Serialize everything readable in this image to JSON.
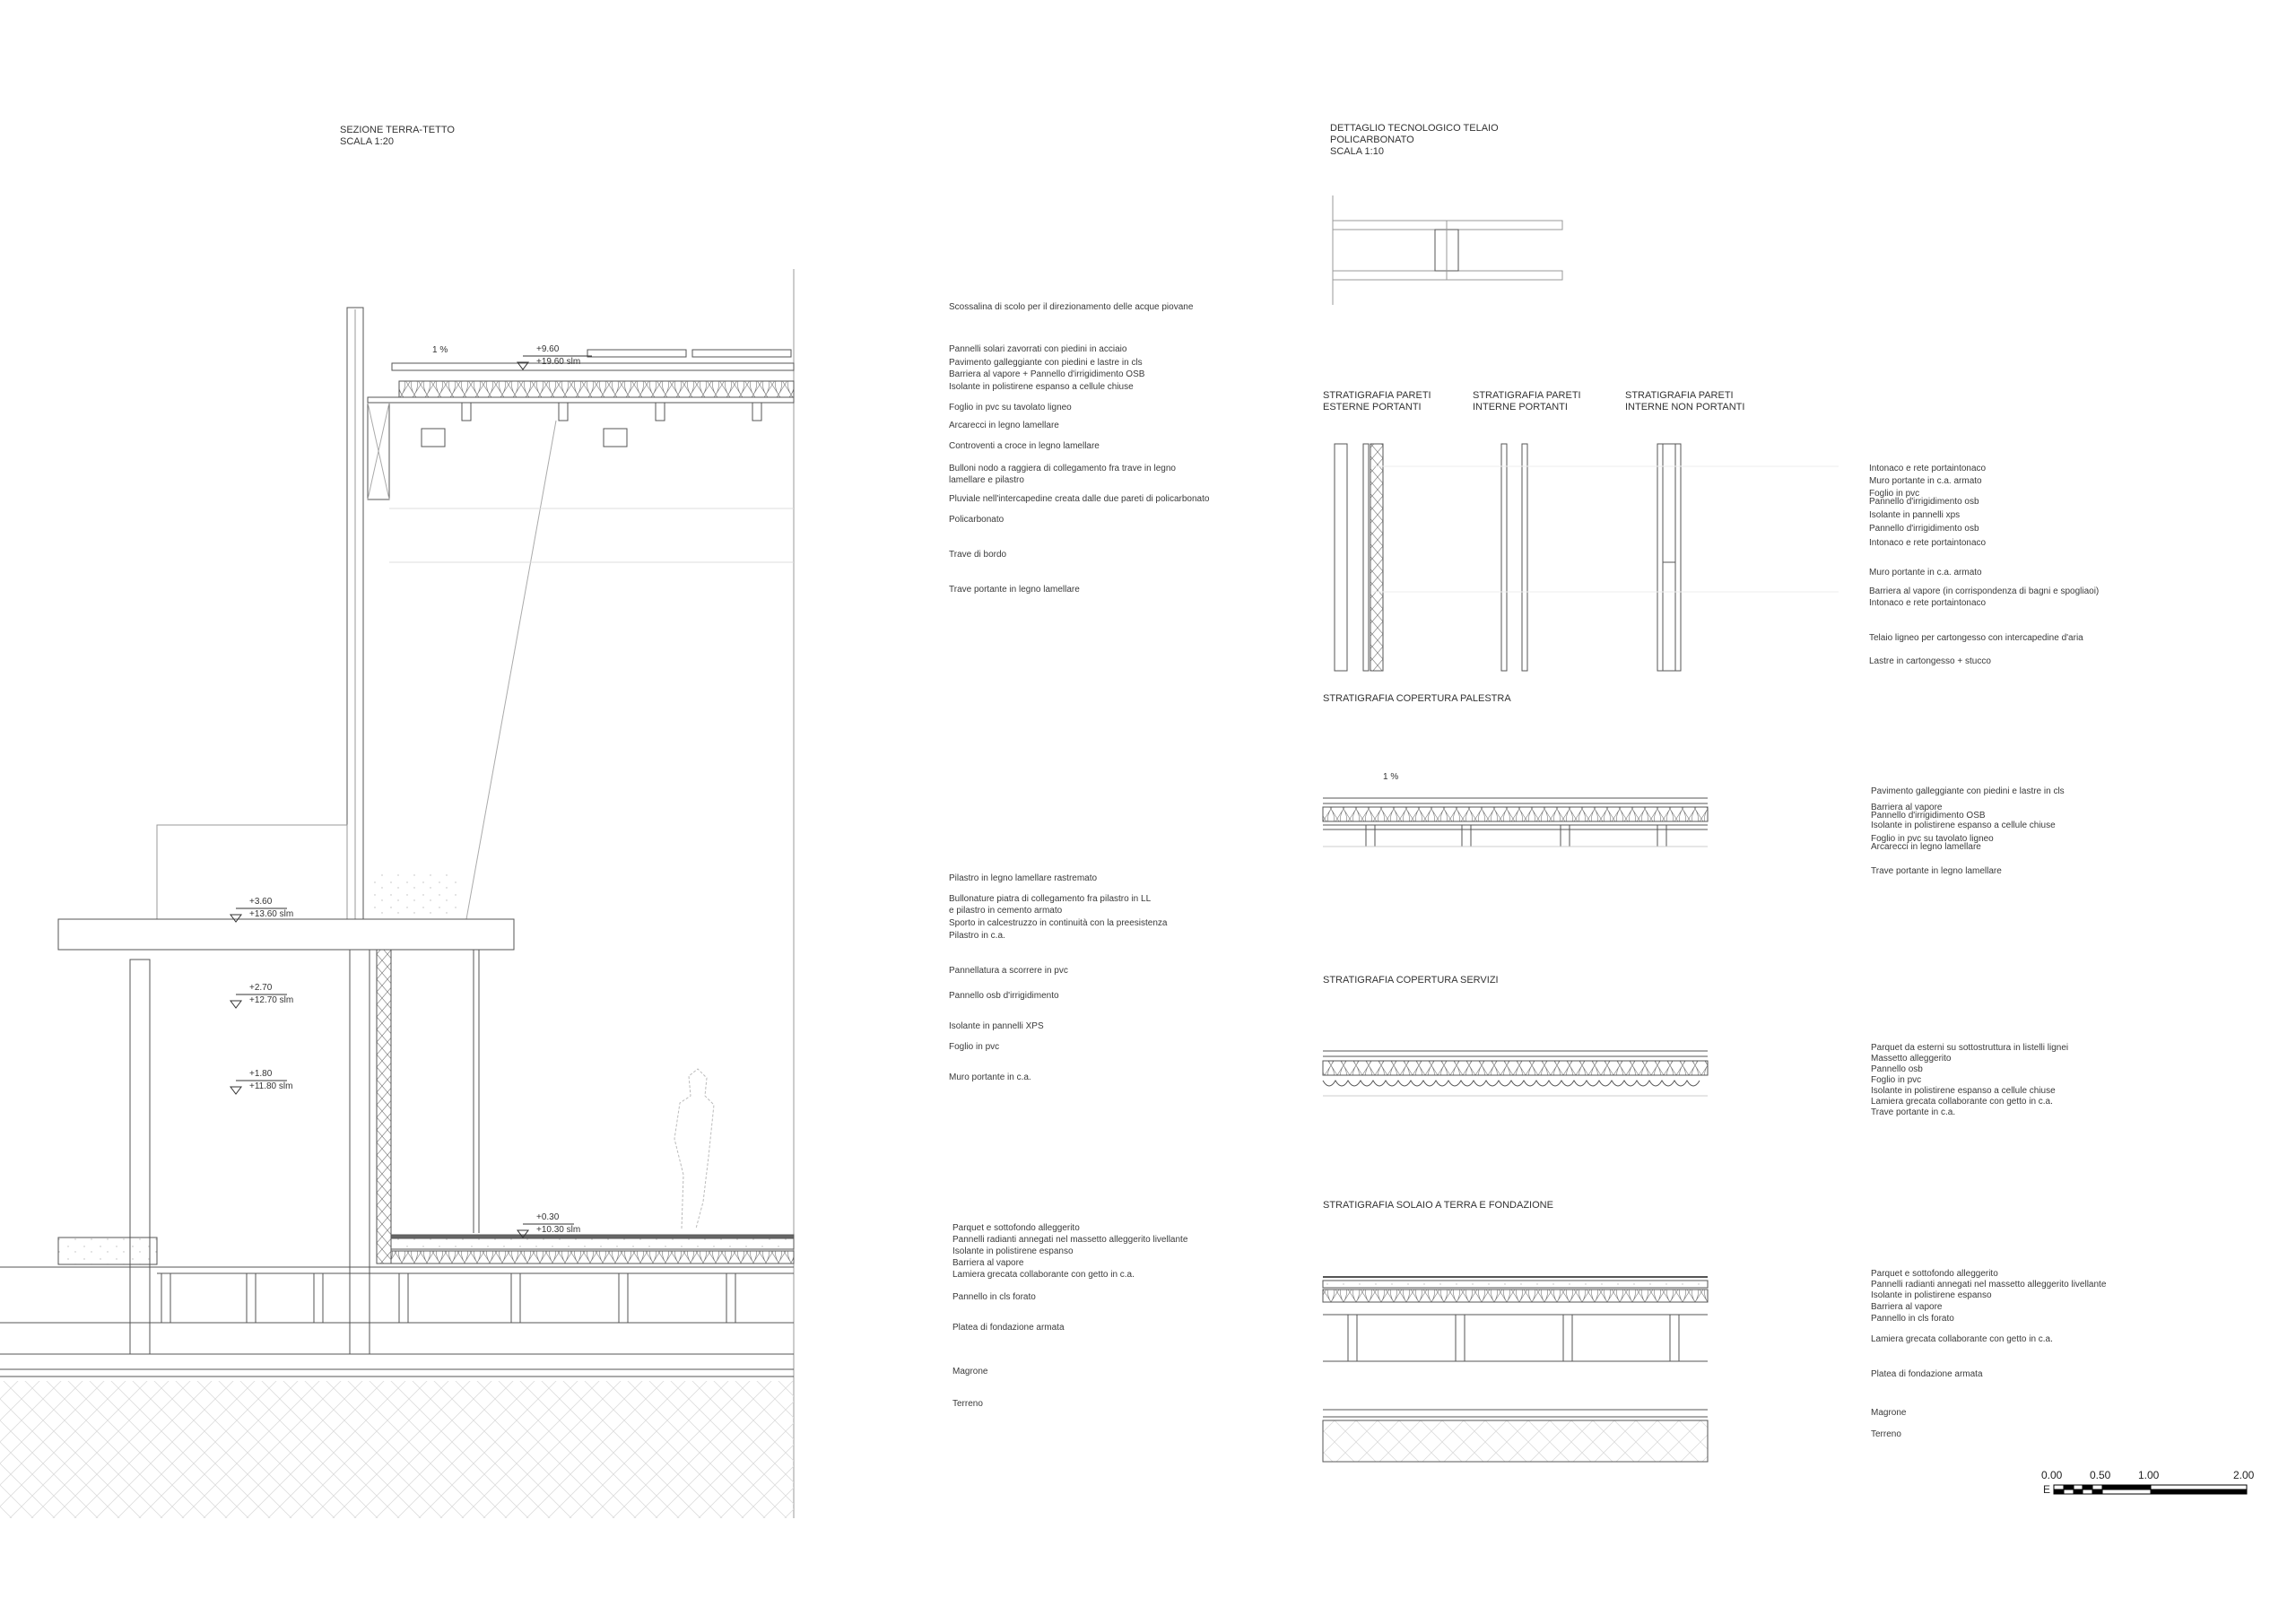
{
  "section": {
    "title": "SEZIONE TERRA-TETTO",
    "scale": "SCALA 1:20",
    "slope": "1 %",
    "levels": [
      {
        "rel": "+9.60",
        "abs": "+19.60 slm"
      },
      {
        "rel": "+3.60",
        "abs": "+13.60 slm"
      },
      {
        "rel": "+2.70",
        "abs": "+12.70 slm"
      },
      {
        "rel": "+1.80",
        "abs": "+11.80 slm"
      },
      {
        "rel": "+0.30",
        "abs": "+10.30 slm"
      }
    ],
    "labels": [
      "Scossalina di scolo per il direzionamento delle acque piovane",
      "Pannelli solari zavorrati con piedini in acciaio",
      "Pavimento galleggiante con piedini e lastre in cls",
      "Barriera al vapore + Pannello d'irrigidimento OSB",
      "Isolante in polistirene espanso a cellule chiuse",
      "Foglio in pvc su tavolato ligneo",
      "Arcarecci in legno lamellare",
      "Controventi a croce in legno lamellare",
      "Bulloni nodo a raggiera di collegamento fra trave in legno",
      "lamellare e pilastro",
      "Pluviale nell'intercapedine creata dalle due pareti di policarbonato",
      "Policarbonato",
      "Trave di bordo",
      "Trave portante in legno lamellare",
      "Pilastro in legno lamellare rastremato",
      "Bullonature piatra di collegamento fra pilastro in LL",
      "e pilastro in cemento armato",
      "Sporto in calcestruzzo in continuità con la preesistenza",
      "Pilastro in c.a.",
      "Pannellatura a scorrere in pvc",
      "Pannello osb d'irrigidimento",
      "Isolante in pannelli XPS",
      "Foglio in pvc",
      "Muro portante in c.a.",
      "Parquet e sottofondo alleggerito",
      "Pannelli radianti annegati nel massetto alleggerito livellante",
      "Isolante in polistirene espanso",
      "Barriera al vapore",
      "Lamiera grecata collaborante con getto in c.a.",
      "Pannello in cls forato",
      "Platea di fondazione armata",
      "Magrone",
      "Terreno"
    ]
  },
  "polycarbonate_detail": {
    "title_line1": "DETTAGLIO TECNOLOGICO TELAIO",
    "title_line2": "POLICARBONATO",
    "scale": "SCALA 1:10"
  },
  "walls": {
    "titles": [
      [
        "STRATIGRAFIA PARETI",
        "ESTERNE PORTANTI"
      ],
      [
        "STRATIGRAFIA PARETI",
        "INTERNE PORTANTI"
      ],
      [
        "STRATIGRAFIA PARETI",
        "INTERNE NON PORTANTI"
      ]
    ],
    "labels": [
      "Intonaco e rete portaintonaco",
      "Muro portante in c.a. armato",
      "Foglio in pvc",
      "Pannello d'irrigidimento osb",
      "Isolante in pannelli xps",
      "Pannello d'irrigidimento osb",
      "Intonaco e rete portaintonaco",
      "Muro portante in c.a. armato",
      "Barriera al vapore (in corrispondenza di bagni e spogliaoi)",
      "Intonaco e rete portaintonaco",
      "Telaio ligneo per cartongesso con intercapedine d'aria",
      "Lastre in cartongesso + stucco"
    ]
  },
  "roof_gym": {
    "title": "STRATIGRAFIA COPERTURA PALESTRA",
    "slope": "1 %",
    "labels": [
      "Pavimento galleggiante con piedini e lastre in cls",
      "Barriera al vapore",
      "Pannello d'irrigidimento OSB",
      "Isolante in polistirene espanso a cellule chiuse",
      "Foglio in pvc su tavolato ligneo",
      "Arcarecci in legno lamellare",
      "Trave portante in legno lamellare"
    ]
  },
  "roof_services": {
    "title": "STRATIGRAFIA COPERTURA SERVIZI",
    "labels": [
      "Parquet da esterni su sottostruttura in listelli lignei",
      "Massetto alleggerito",
      "Pannello osb",
      "Foglio in pvc",
      "Isolante in polistirene espanso a cellule chiuse",
      "Lamiera grecata collaborante con getto in c.a.",
      "Trave portante in c.a."
    ]
  },
  "ground_slab": {
    "title": "STRATIGRAFIA SOLAIO A TERRA E FONDAZIONE",
    "labels": [
      "Parquet e sottofondo alleggerito",
      "Pannelli radianti annegati nel massetto alleggerito livellante",
      "Isolante in polistirene espanso",
      "Barriera al vapore",
      "Pannello in cls forato",
      "Lamiera grecata collaborante con getto in c.a.",
      "Platea di fondazione armata",
      "Magrone",
      "Terreno"
    ]
  },
  "scale_bar": {
    "ticks": [
      "0.00",
      "0.50",
      "1.00",
      "2.00"
    ],
    "north": "E"
  }
}
